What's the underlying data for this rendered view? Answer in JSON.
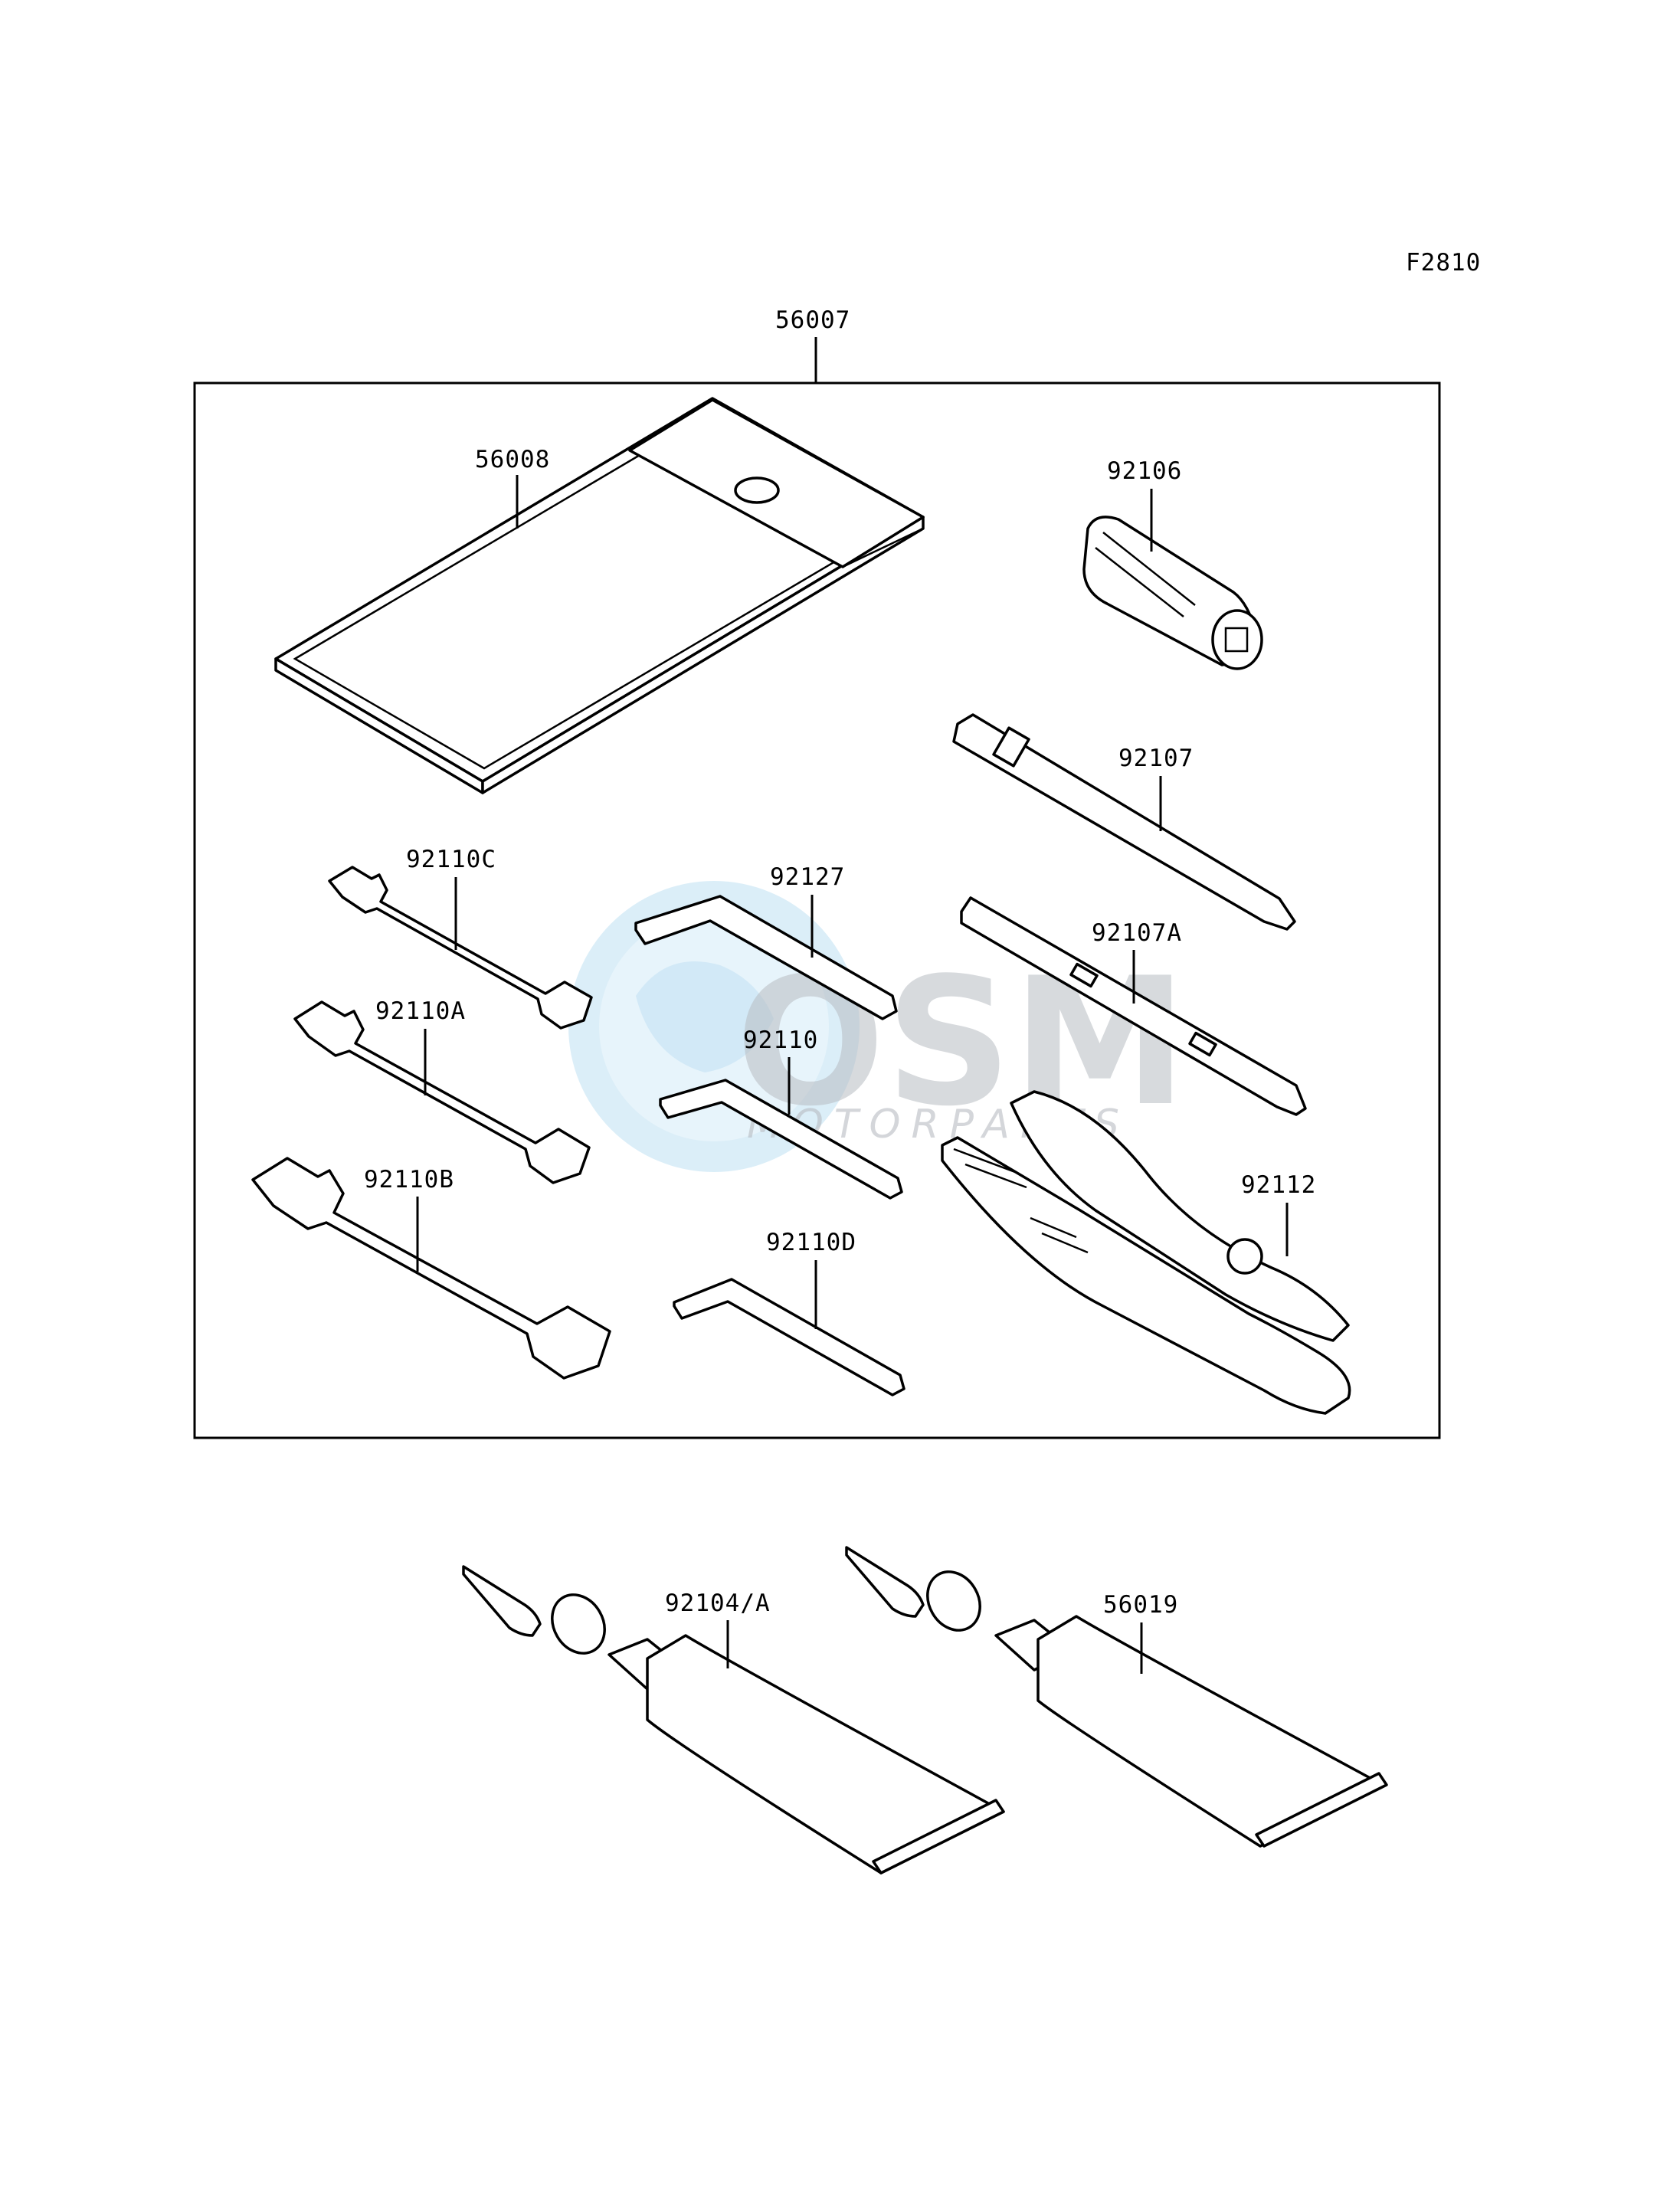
{
  "figure_code": "F2810",
  "watermark": {
    "logo_text": "OSM",
    "sub_text": "MOTORPARTS"
  },
  "parts": {
    "p56007": "56007",
    "p56008": "56008",
    "p92106": "92106",
    "p92107": "92107",
    "p92107A": "92107A",
    "p92110C": "92110C",
    "p92127": "92127",
    "p92110A": "92110A",
    "p92110": "92110",
    "p92110B": "92110B",
    "p92112": "92112",
    "p92110D": "92110D",
    "p92104A": "92104/A",
    "p56019": "56019"
  }
}
